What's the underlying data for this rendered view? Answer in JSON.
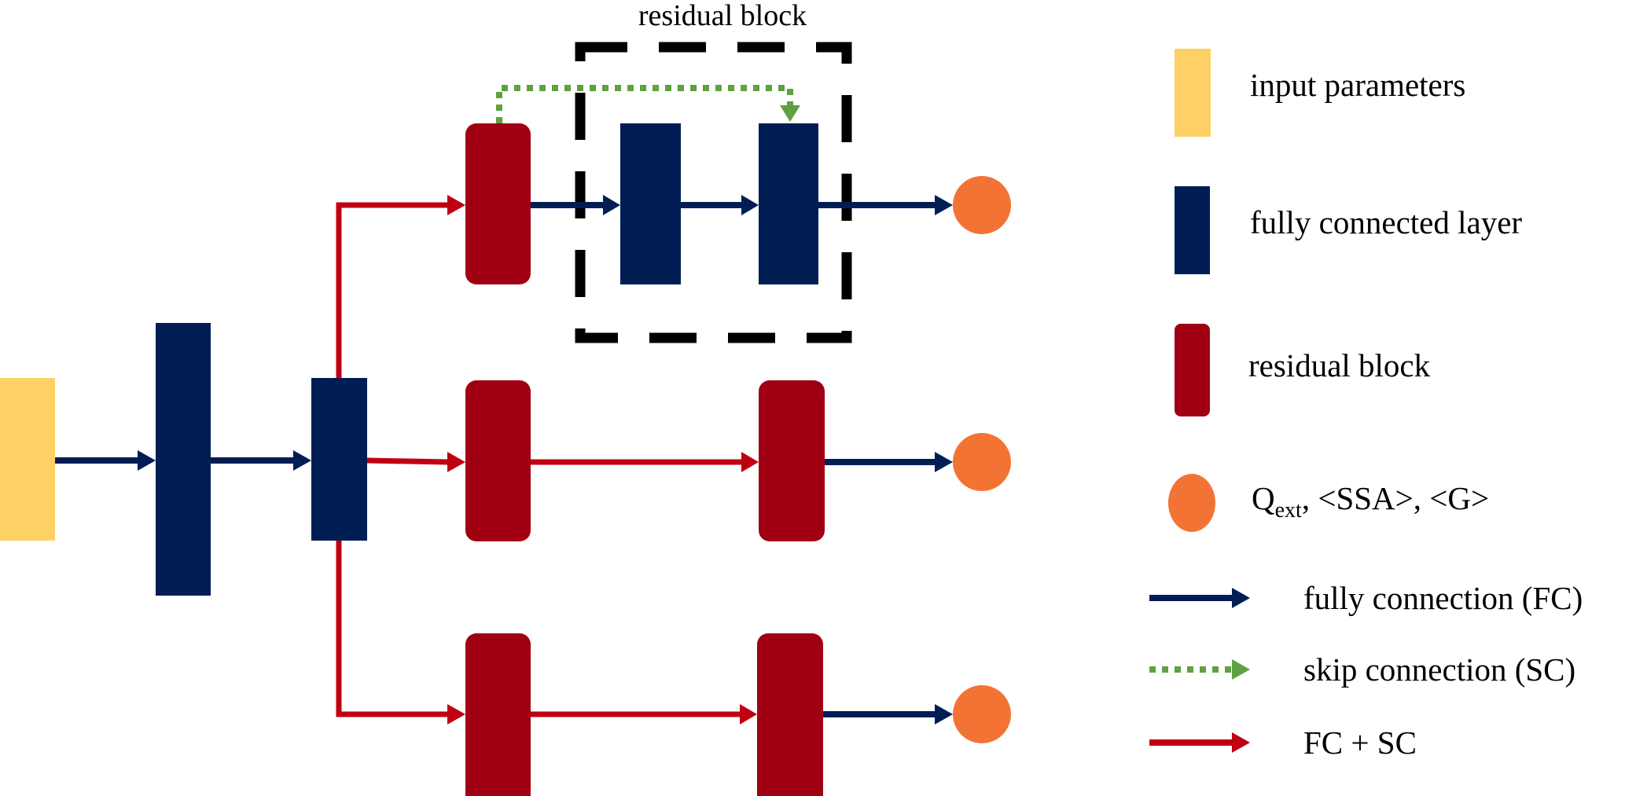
{
  "title": "residual block",
  "colors": {
    "input": "#FDD166",
    "fc_layer": "#001E54",
    "residual": "#A00012",
    "output": "#F37335",
    "fc_arrow": "#001E54",
    "skip_arrow": "#5FA140",
    "fcsc_arrow": "#C00012",
    "box_border": "#000000"
  },
  "nodes": {
    "input": "input parameters",
    "fc1": "fully connected layer",
    "fc2": "fully connected layer",
    "branch_top": [
      "residual block",
      "fully connected layer",
      "fully connected layer",
      "output"
    ],
    "branch_mid": [
      "residual block",
      "residual block",
      "output"
    ],
    "branch_bottom": [
      "residual block",
      "residual block",
      "output"
    ]
  },
  "legend": {
    "items": [
      {
        "symbol": "yellow-rect",
        "label": "input parameters"
      },
      {
        "symbol": "navy-rect",
        "label": "fully connected layer"
      },
      {
        "symbol": "red-rounded-rect",
        "label": "residual block"
      },
      {
        "symbol": "orange-circle",
        "label_main": "Q",
        "label_sub": "ext",
        "label_rest": ", <SSA>, <G>"
      },
      {
        "symbol": "navy-arrow",
        "label": "fully connection (FC)"
      },
      {
        "symbol": "green-dotted-arrow",
        "label": "skip connection (SC)"
      },
      {
        "symbol": "red-arrow",
        "label": "FC + SC"
      }
    ]
  }
}
